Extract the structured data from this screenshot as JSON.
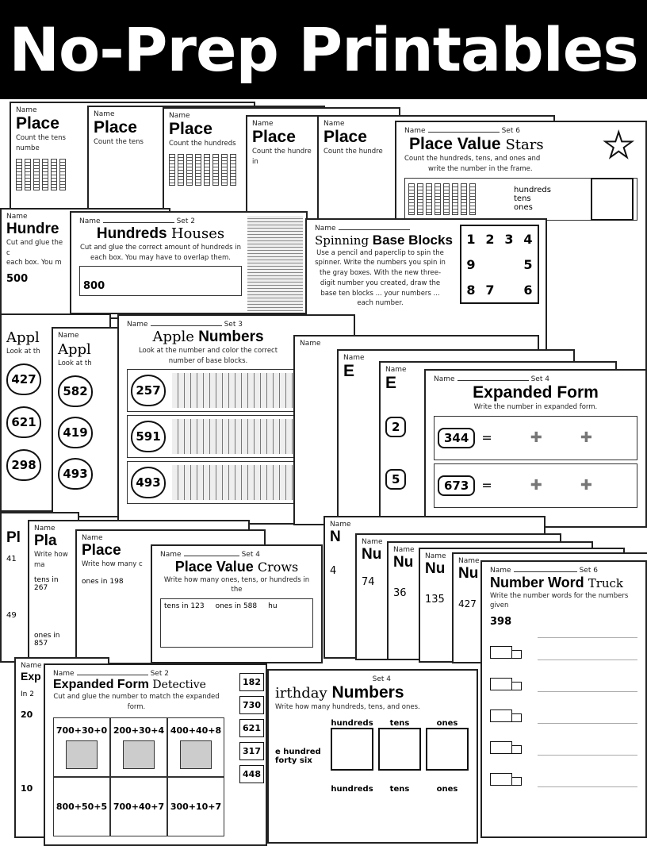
{
  "header": {
    "title": "No-Prep Printables"
  },
  "common": {
    "name": "Name"
  },
  "pv_back": {
    "title": "Place Value",
    "t1": "Place",
    "i1": "Count the tens",
    "i2": "Count the hundreds",
    "i3": "Count the hundre",
    "n": "numbe",
    "in": "in"
  },
  "pv_stars": {
    "set": "Set 6",
    "title": "Place Value",
    "fancy": "Stars",
    "ins1": "Count the hundreds, tens, and ones and",
    "ins2": "write the number in the frame.",
    "labels": [
      "hundreds",
      "tens",
      "ones"
    ]
  },
  "hundreds_back": {
    "title": "Hundre",
    "ins": "Cut and glue the c",
    "ins2": "each box. You m",
    "num": "500"
  },
  "hundreds_houses": {
    "set": "Set 2",
    "title": "Hundreds",
    "fancy": "Houses",
    "ins": "Cut and glue the correct amount of hundreds in each box. You may have to overlap them.",
    "num": "800"
  },
  "spinning": {
    "fancy": "Spinning",
    "title": "Base Blocks",
    "ins": "Use a pencil and paperclip to spin the spinner. Write the numbers you spin in the gray boxes. With the new three-digit number you created, draw the base ten blocks ... your numbers ... each number.",
    "spinner": [
      "1",
      "2",
      "3",
      "4",
      "9",
      "",
      "",
      "5",
      "8",
      "7",
      "",
      "6"
    ]
  },
  "apple_back": {
    "t": "Appl",
    "ins": "Look at th",
    "nums1": [
      "427",
      "621",
      "298"
    ],
    "nums2": [
      "582",
      "419",
      "493"
    ]
  },
  "apple": {
    "set": "Set 3",
    "fancy": "Apple",
    "title": "Numbers",
    "ins": "Look at the number and color the correct number of base blocks.",
    "nums": [
      "257",
      "591",
      "493"
    ]
  },
  "exp_back": {
    "t": "E",
    "nums": [
      "2",
      "5"
    ]
  },
  "expanded": {
    "set": "Set 4",
    "title": "Expanded Form",
    "ins": "Write the number in expanded form.",
    "nums": [
      "344",
      "673"
    ],
    "plus": "✚"
  },
  "pl_back": {
    "t1": "Pl",
    "t2": "Pla",
    "t3": "Place",
    "ins2": "Write how ma",
    "ins3": "Write how many c",
    "a": "tens in 267",
    "b": "ones in 857",
    "c": "ones in 198",
    "side": [
      "41",
      "49"
    ]
  },
  "crows": {
    "set": "Set 4",
    "title": "Place Value",
    "fancy": "Crows",
    "ins": "Write how many ones, tens, or hundreds in the",
    "items": [
      "tens in 123",
      "ones in 588",
      "hu"
    ]
  },
  "nw_back": {
    "t": "N",
    "t2": "Nu",
    "nums": [
      "4",
      "74",
      "36",
      "135",
      "427"
    ]
  },
  "trucks": {
    "set": "Set 6",
    "title": "Number Word",
    "fancy": "Truck",
    "ins": "Write the number words for the numbers given",
    "num": "398"
  },
  "exp_back2": {
    "t": "Exp",
    "n1": "20",
    "n2": "In 2",
    "n3": "10"
  },
  "detective": {
    "set": "Set 2",
    "title": "Expanded Form",
    "fancy": "Detective",
    "ins": "Cut and glue the number to match the expanded form.",
    "cells": [
      "700+30+0",
      "200+30+4",
      "400+40+8",
      "800+50+5",
      "700+40+7",
      "300+10+7"
    ],
    "side": [
      "182",
      "730",
      "621",
      "317",
      "448"
    ]
  },
  "birthday": {
    "set": "Set 4",
    "fancy": "irthday",
    "title": "Numbers",
    "ins": "Write how many hundreds, tens, and ones.",
    "cols": [
      "hundreds",
      "tens",
      "ones"
    ],
    "cake1": "e hundred",
    "cake2": "forty six"
  }
}
